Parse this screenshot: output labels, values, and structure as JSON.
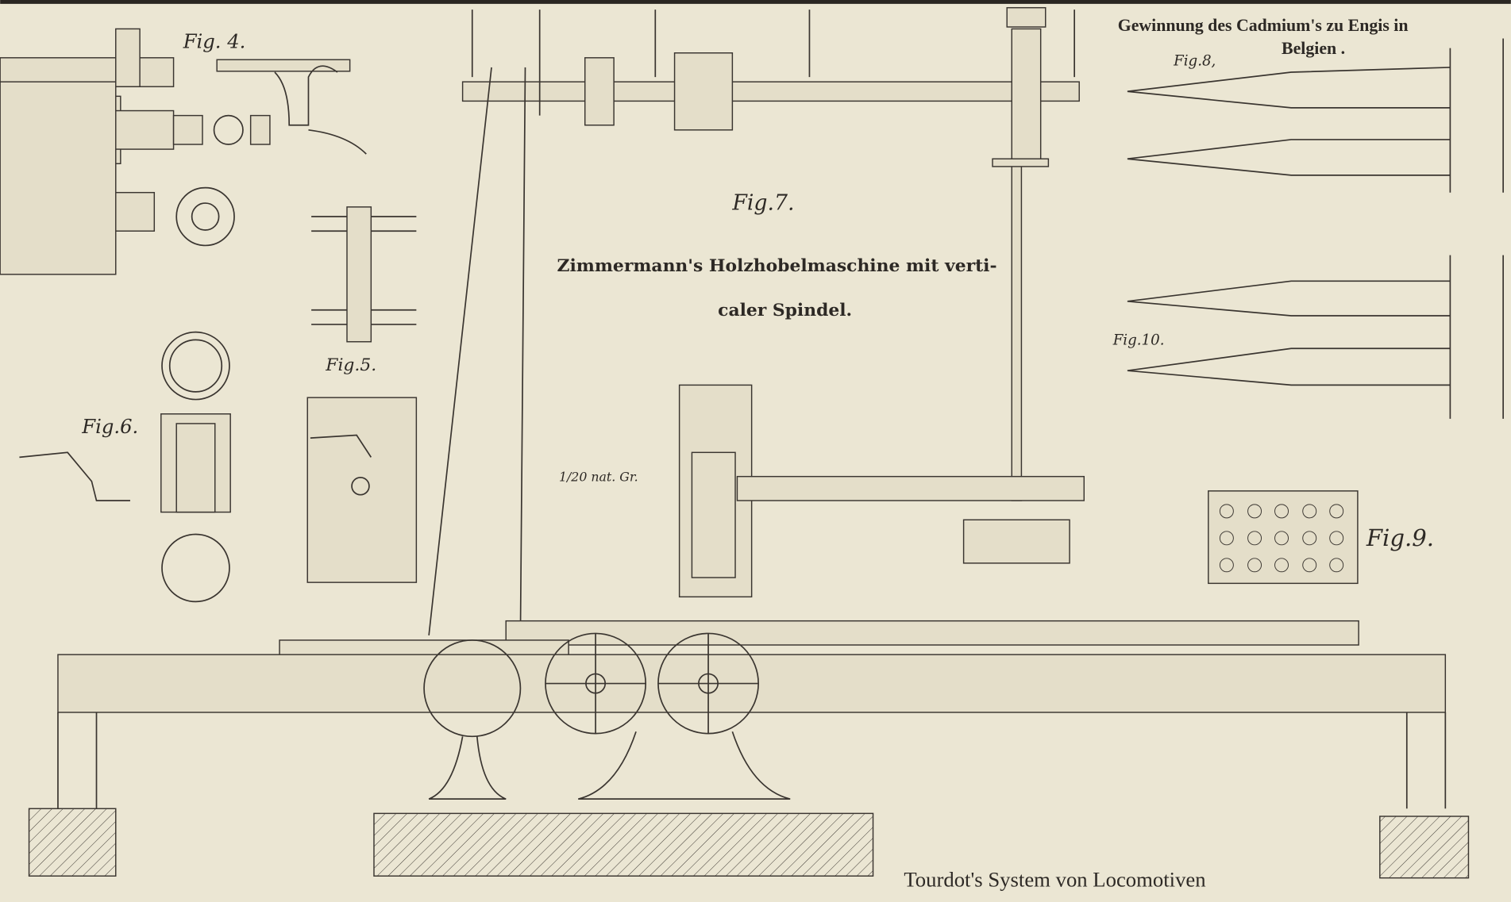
{
  "titles": {
    "cadmium_line1": "Gewinnung des Cadmium's zu Engis in",
    "cadmium_line2": "Belgien .",
    "hobel_line1": "Zimmermann's Holzhobelmaschine mit verti-",
    "hobel_line2": "caler Spindel.",
    "tourdot": "Tourdot's System von Locomotiven",
    "scale_note": "1/20 nat. Gr."
  },
  "figures": {
    "fig4": "Fig. 4.",
    "fig5": "Fig.5.",
    "fig6": "Fig.6.",
    "fig7": "Fig.7.",
    "fig8": "Fig.8,",
    "fig9": "Fig.9.",
    "fig10": "Fig.10."
  },
  "colors": {
    "paper": "#ebe6d3",
    "ink": "#3a3530"
  }
}
